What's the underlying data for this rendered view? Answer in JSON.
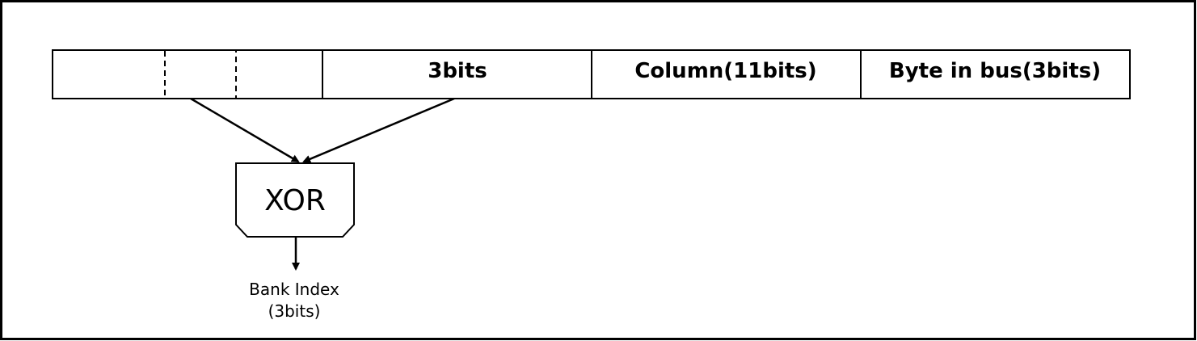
{
  "address_fields": [
    {
      "label": ""
    },
    {
      "label": "3bits"
    },
    {
      "label": "Column(11bits)"
    },
    {
      "label": "Byte in bus(3bits)"
    }
  ],
  "xor_gate": {
    "label": "XOR"
  },
  "output": {
    "line1": "Bank Index",
    "line2": "(3bits)"
  }
}
